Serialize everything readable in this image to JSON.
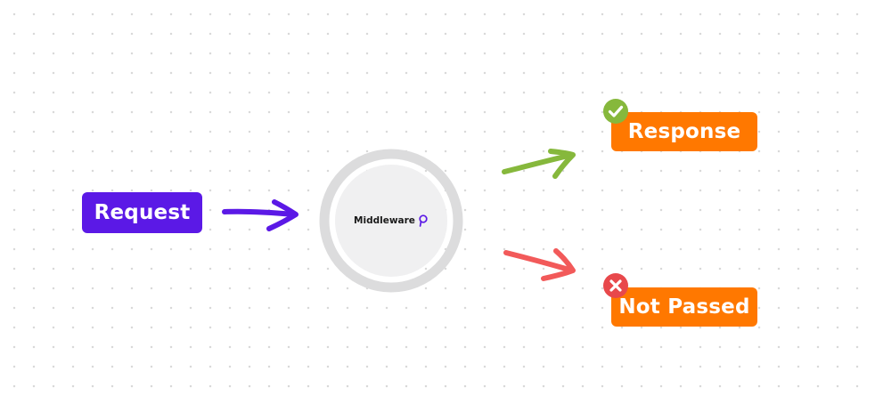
{
  "nodes": {
    "request": {
      "label": "Request"
    },
    "middleware": {
      "label": "Middleware",
      "logo_icon": "search-loop-icon"
    },
    "response": {
      "label": "Response",
      "status_icon": "check-circle-icon"
    },
    "not_passed": {
      "label": "Not Passed",
      "status_icon": "x-circle-icon"
    }
  },
  "colors": {
    "request": "#5b19e6",
    "outcome": "#ff7800",
    "arrow_in": "#5b19e6",
    "arrow_pass": "#86b83c",
    "arrow_fail": "#f25a5a",
    "check": "#86b83c",
    "cross": "#e8484b",
    "ring": "#dcdcdd",
    "core": "#f0f0f1"
  },
  "edges": [
    {
      "from": "request",
      "to": "middleware",
      "color": "arrow_in"
    },
    {
      "from": "middleware",
      "to": "response",
      "color": "arrow_pass"
    },
    {
      "from": "middleware",
      "to": "not_passed",
      "color": "arrow_fail"
    }
  ]
}
